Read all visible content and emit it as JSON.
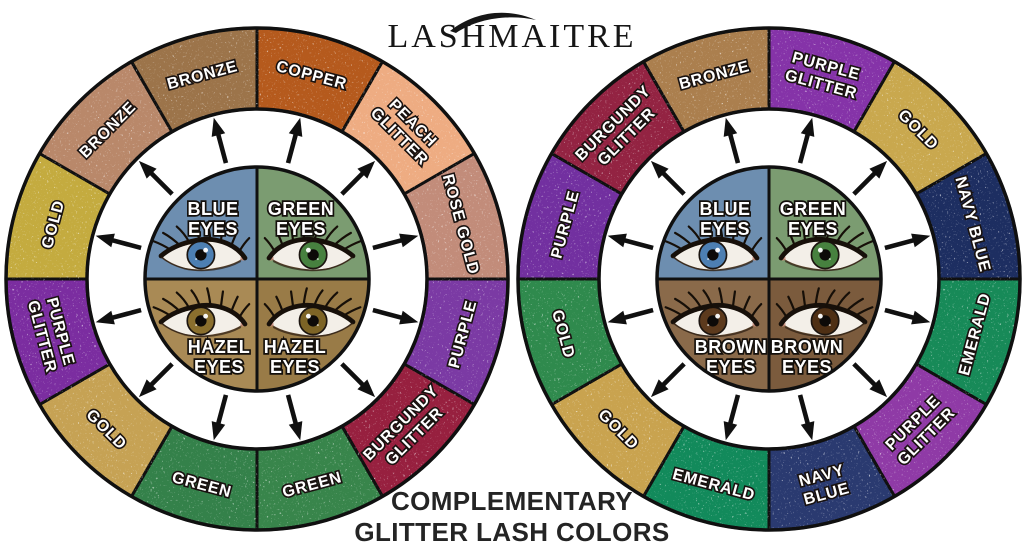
{
  "brand": {
    "name": "LASHMAITRE"
  },
  "caption": {
    "line1": "COMPLEMENTARY",
    "line2": "GLITTER LASH COLORS"
  },
  "styles": {
    "ink": "#101010",
    "label_fill": "#ffffff",
    "label_outline": "#191210",
    "background": "#ffffff"
  },
  "wheels": [
    {
      "name": "blue-green-hazel-eyes-wheel",
      "segments_order": "clockwise-from-12-oclock",
      "quadrants": [
        {
          "pos": "top-left",
          "label": [
            "BLUE",
            "EYES"
          ],
          "bg": "#6d8eb0",
          "iris": "#4d7fb2"
        },
        {
          "pos": "top-right",
          "label": [
            "GREEN",
            "EYES"
          ],
          "bg": "#7b9c71",
          "iris": "#47813f"
        },
        {
          "pos": "bottom-left",
          "label": [
            "HAZEL",
            "EYES"
          ],
          "bg": "#a98a55",
          "iris": "#8a6f2e"
        },
        {
          "pos": "bottom-right",
          "label": [
            "HAZEL",
            "EYES"
          ],
          "bg": "#997b47",
          "iris": "#7d6426"
        }
      ],
      "segments": [
        {
          "label": [
            "COPPER"
          ],
          "color": "#b55a1d"
        },
        {
          "label": [
            "PEACH",
            "GLITTER"
          ],
          "color": "#eeac82"
        },
        {
          "label": [
            "ROSE GOLD"
          ],
          "color": "#c28c7a"
        },
        {
          "label": [
            "PURPLE"
          ],
          "color": "#7b3aa4"
        },
        {
          "label": [
            "BURGUNDY",
            "GLITTER"
          ],
          "color": "#97203f"
        },
        {
          "label": [
            "GREEN"
          ],
          "color": "#38854b"
        },
        {
          "label": [
            "GREEN"
          ],
          "color": "#34814a"
        },
        {
          "label": [
            "GOLD"
          ],
          "color": "#c6a254"
        },
        {
          "label": [
            "PURPLE",
            "GLITTER"
          ],
          "color": "#7b2da0"
        },
        {
          "label": [
            "GOLD"
          ],
          "color": "#c4ab3f"
        },
        {
          "label": [
            "BRONZE"
          ],
          "color": "#b9886a"
        },
        {
          "label": [
            "BRONZE"
          ],
          "color": "#9c744a"
        }
      ]
    },
    {
      "name": "blue-green-brown-eyes-wheel",
      "segments_order": "clockwise-from-12-oclock",
      "quadrants": [
        {
          "pos": "top-left",
          "label": [
            "BLUE",
            "EYES"
          ],
          "bg": "#6d8eb0",
          "iris": "#4d7fb2"
        },
        {
          "pos": "top-right",
          "label": [
            "GREEN",
            "EYES"
          ],
          "bg": "#7b9c71",
          "iris": "#47813f"
        },
        {
          "pos": "bottom-left",
          "label": [
            "BROWN",
            "EYES"
          ],
          "bg": "#8a6a4a",
          "iris": "#5c3a1d"
        },
        {
          "pos": "bottom-right",
          "label": [
            "BROWN",
            "EYES"
          ],
          "bg": "#7b5b3d",
          "iris": "#4e2f14"
        }
      ],
      "segments": [
        {
          "label": [
            "PURPLE",
            "GLITTER"
          ],
          "color": "#8533a8"
        },
        {
          "label": [
            "GOLD"
          ],
          "color": "#c9a84e"
        },
        {
          "label": [
            "NAVY BLUE"
          ],
          "color": "#1d2e61"
        },
        {
          "label": [
            "EMERALD"
          ],
          "color": "#178a58"
        },
        {
          "label": [
            "PURPLE",
            "GLITTER"
          ],
          "color": "#8f3aa6"
        },
        {
          "label": [
            "NAVY",
            "BLUE"
          ],
          "color": "#2a3a70"
        },
        {
          "label": [
            "EMERALD"
          ],
          "color": "#128a5b"
        },
        {
          "label": [
            "GOLD"
          ],
          "color": "#c9a34f"
        },
        {
          "label": [
            "GOLD"
          ],
          "color": "#2f8a4d"
        },
        {
          "label": [
            "PURPLE"
          ],
          "color": "#7230a0"
        },
        {
          "label": [
            "BURGUNDY",
            "GLITTER"
          ],
          "color": "#932342"
        },
        {
          "label": [
            "BRONZE"
          ],
          "color": "#ab7f4e"
        }
      ]
    }
  ]
}
